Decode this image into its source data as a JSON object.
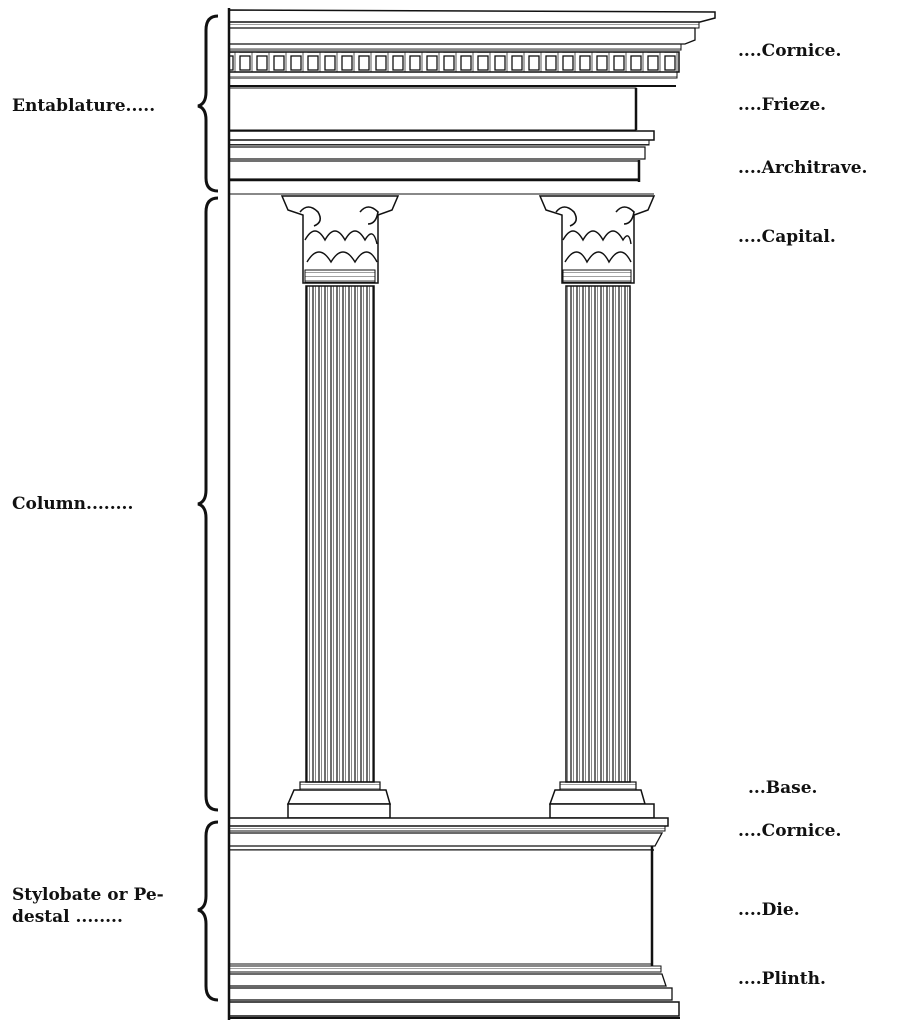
{
  "group_labels": {
    "entablature": "Entablature.....",
    "column": "Column........",
    "stylobate_line1": "Stylobate or Pe-",
    "stylobate_line2": "destal ........"
  },
  "part_labels": {
    "cornice_top": "....Cornice.",
    "frieze": "....Frieze.",
    "architrave": "....Architrave.",
    "capital": "....Capital.",
    "base": "...Base.",
    "cornice_bottom": "....Cornice.",
    "die": "....Die.",
    "plinth": "....Plinth."
  },
  "colors": {
    "ink": "#111111",
    "paper": "#ffffff"
  }
}
